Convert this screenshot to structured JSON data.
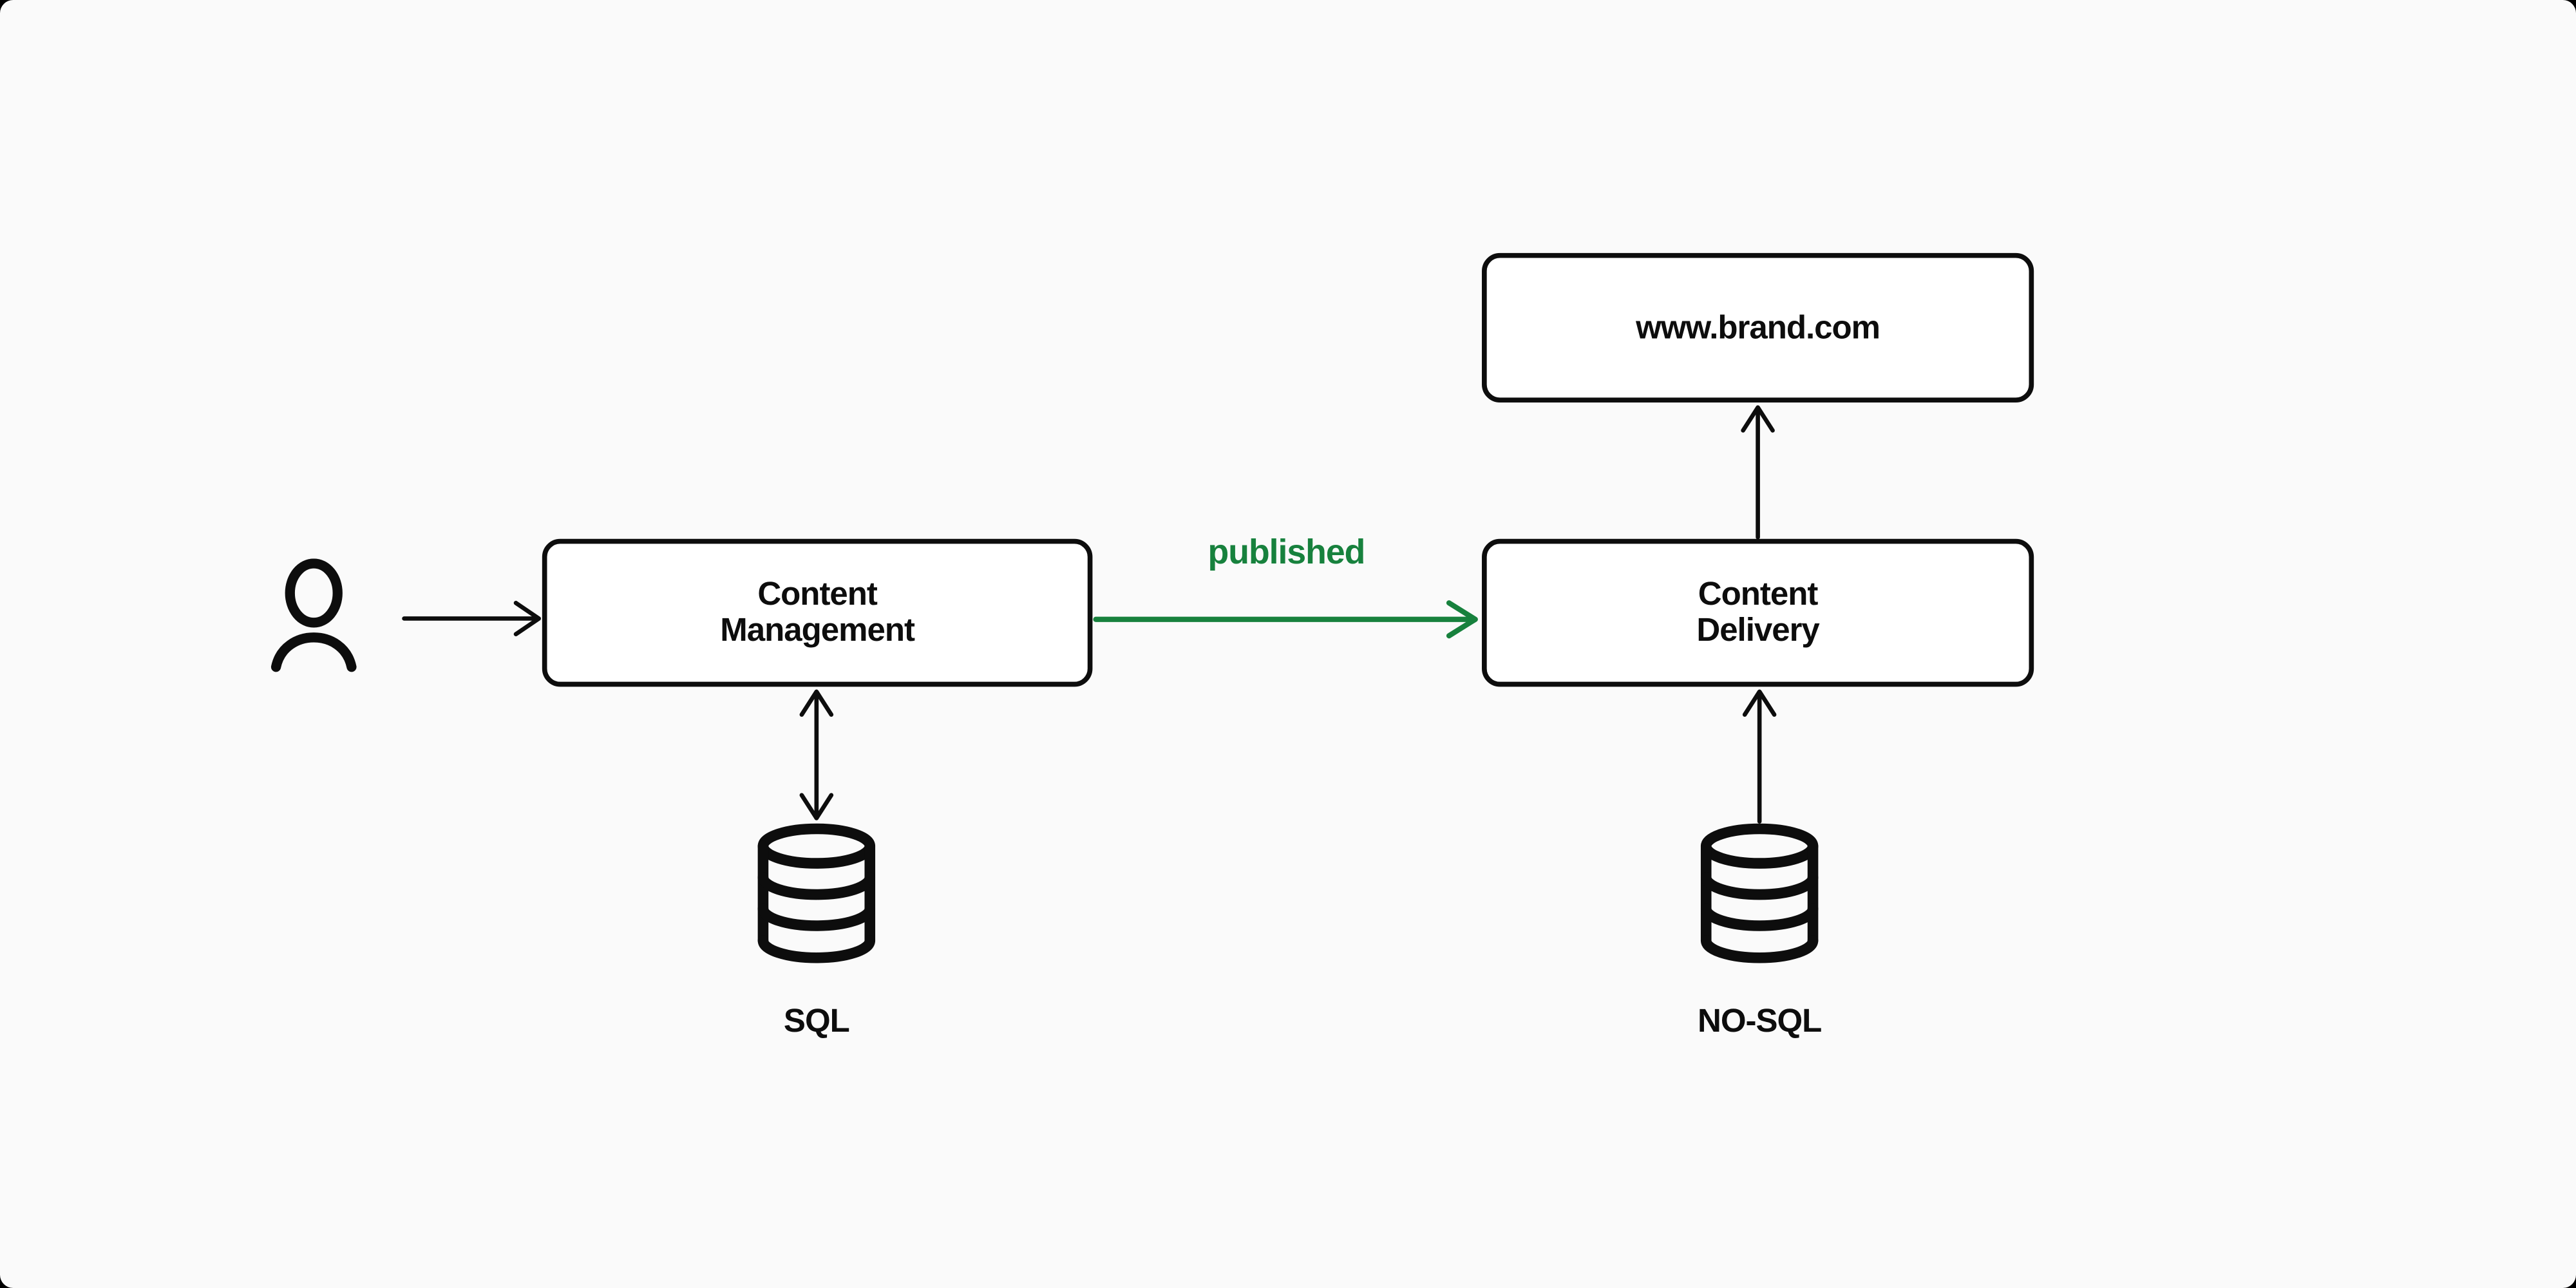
{
  "diagram": {
    "colors": {
      "bg": "#fafafa",
      "frame": "#000000",
      "ink": "#0d0d0d",
      "box": "#ffffff",
      "green": "#17813d"
    },
    "nodes": {
      "user": {
        "icon": "person-icon"
      },
      "cms": {
        "line1": "Content",
        "line2": "Management"
      },
      "cdn": {
        "line1": "Content",
        "line2": "Delivery"
      },
      "website": {
        "label": "www.brand.com"
      },
      "sql": {
        "icon": "database-icon",
        "label": "SQL"
      },
      "nosql": {
        "icon": "database-icon",
        "label": "NO-SQL"
      }
    },
    "edges": {
      "cms_to_cdn": {
        "label": "published"
      }
    }
  }
}
